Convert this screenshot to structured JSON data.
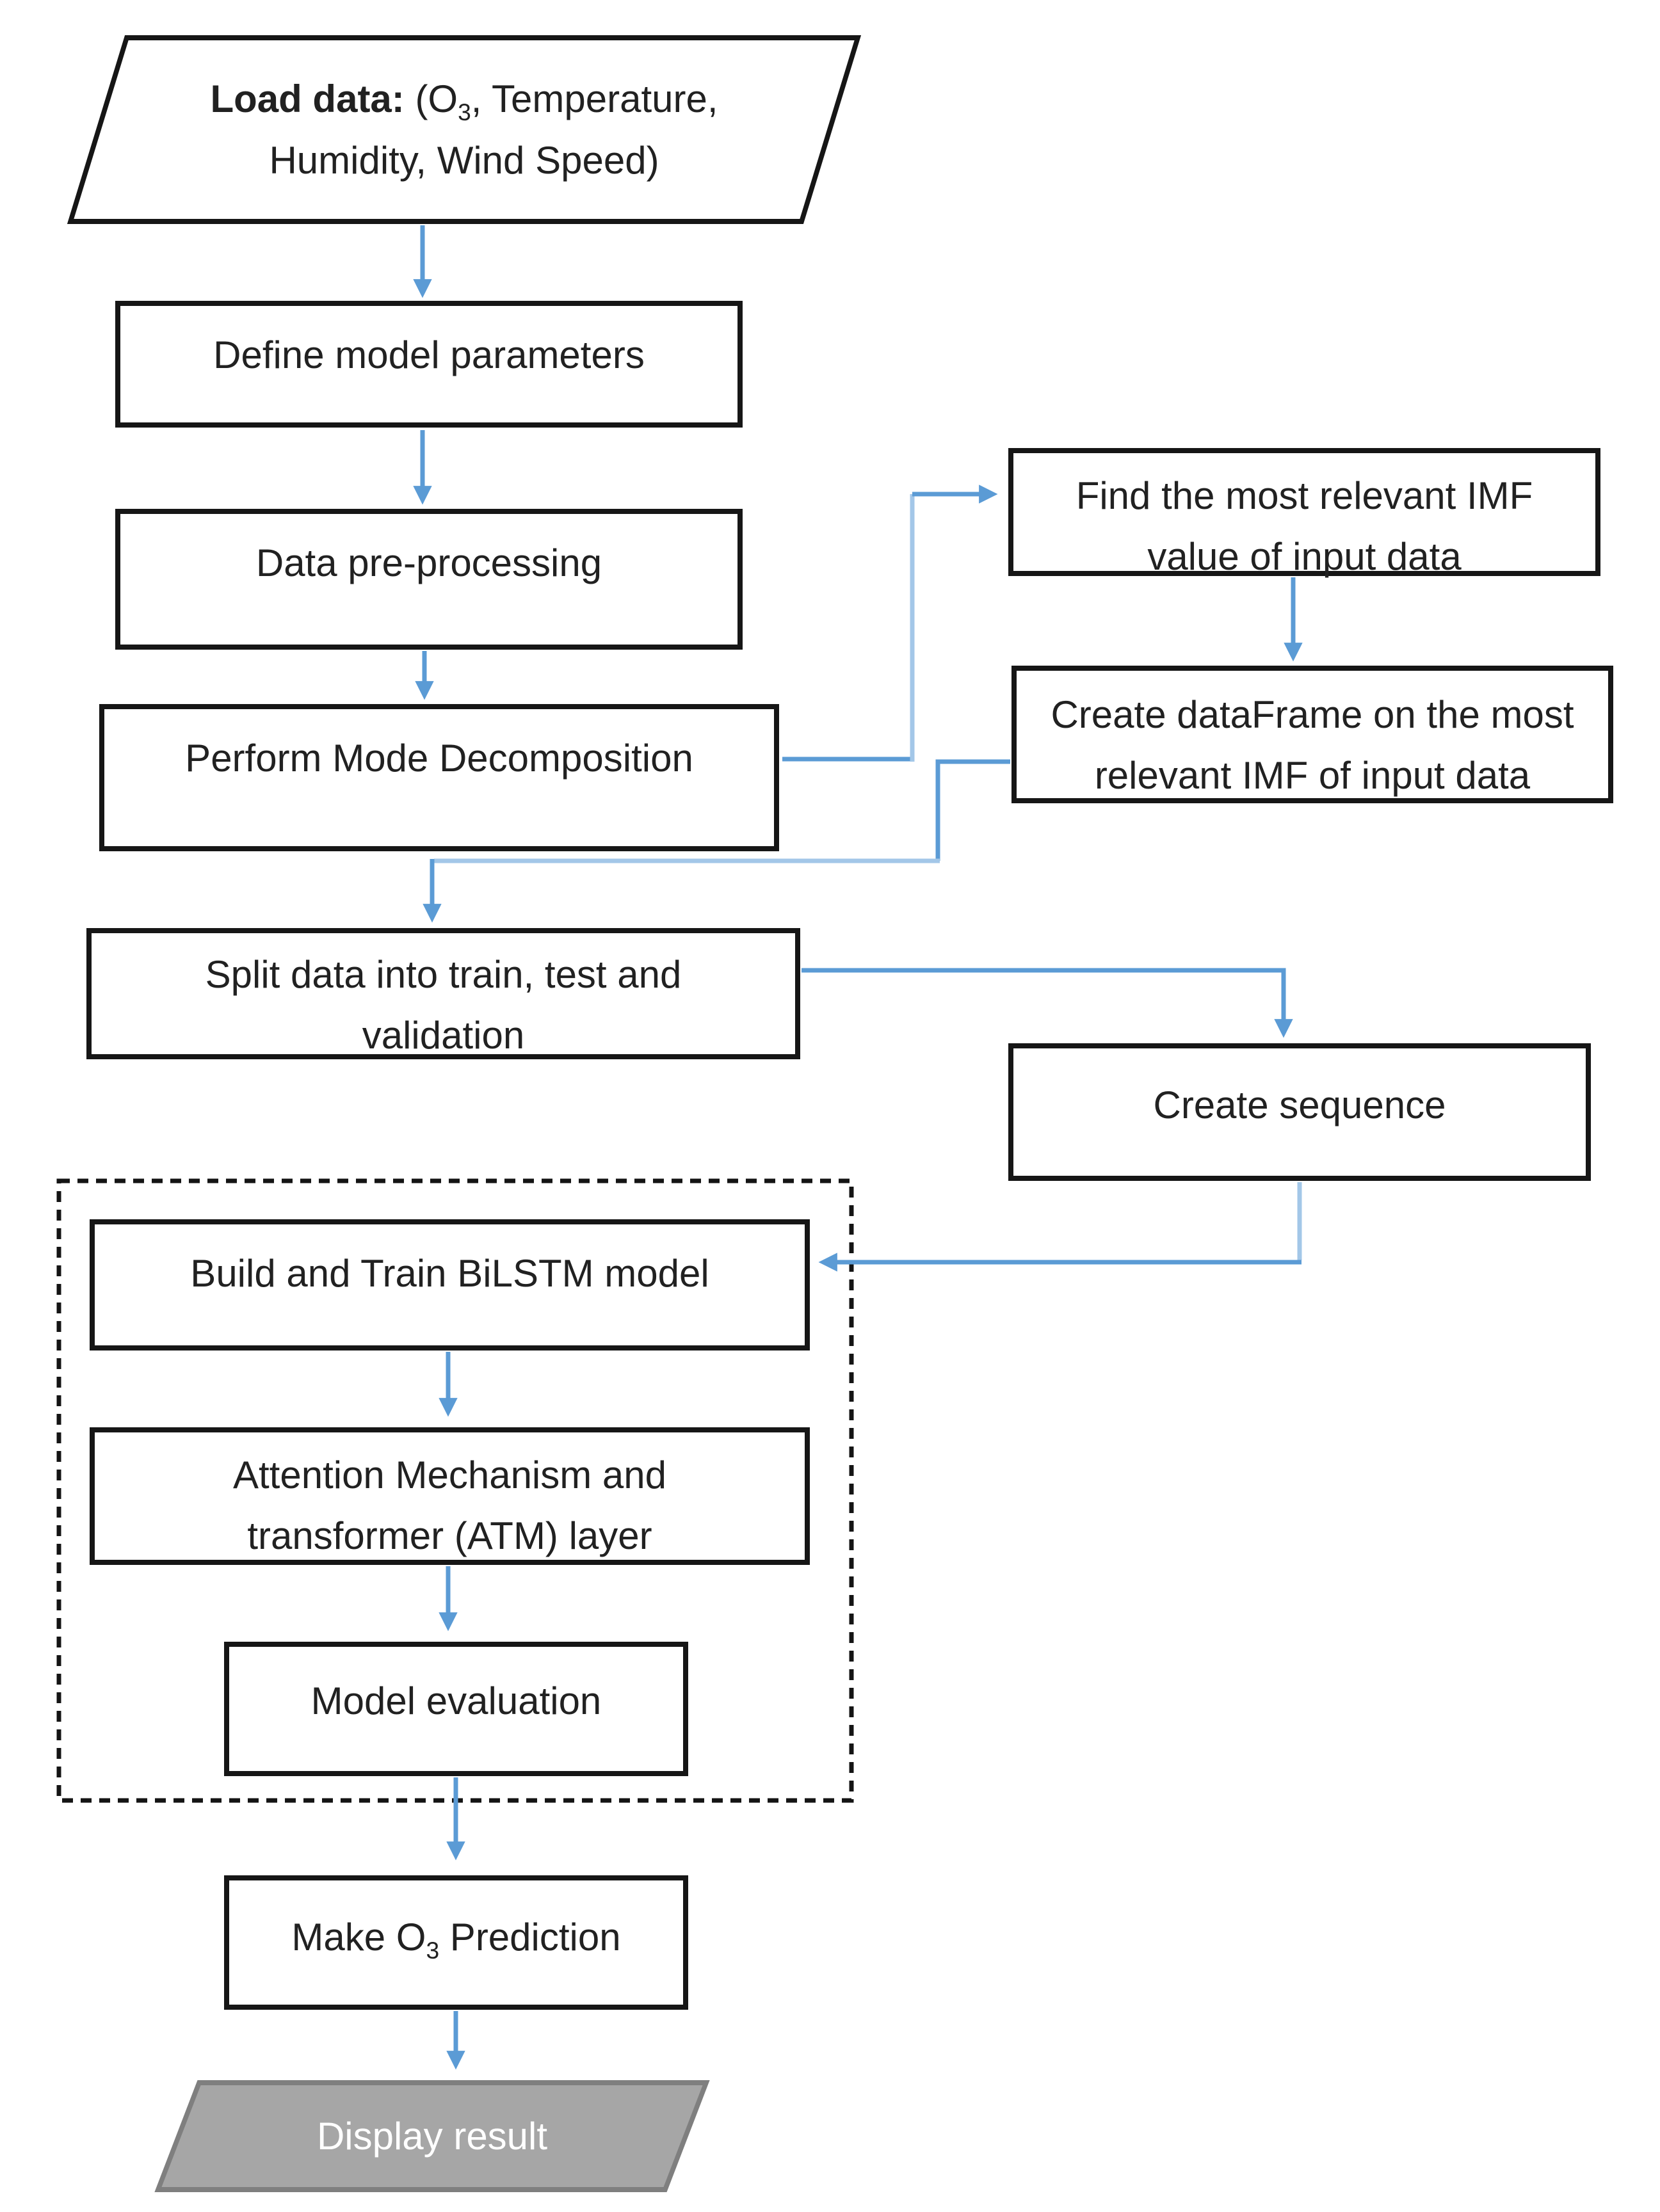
{
  "figure": {
    "kind": "flowchart",
    "colors": {
      "arrow": "#5b9bd5",
      "arrow_light": "#a3c7e8",
      "box_border": "#161616",
      "box_fill": "#ffffff",
      "terminal_fill": "#a6a6a6",
      "terminal_border": "#7f7f7f",
      "text": "#212121",
      "terminal_text": "#ffffff"
    }
  },
  "nodes": {
    "load_data": {
      "shape": "parallelogram",
      "bold": "Load data:",
      "after_bold": " (O",
      "sub": "3",
      "line1_end": ", Temperature,",
      "line2": "Humidity, Wind Speed)"
    },
    "define_params": {
      "shape": "rect",
      "lines": [
        "Define model parameters"
      ]
    },
    "preprocessing": {
      "shape": "rect",
      "lines": [
        "Data pre-processing"
      ]
    },
    "decomposition": {
      "shape": "rect",
      "lines": [
        "Perform Mode Decomposition"
      ]
    },
    "find_imf": {
      "shape": "rect",
      "lines": [
        "Find the most relevant IMF",
        "value of input data"
      ]
    },
    "create_dataframe": {
      "shape": "rect",
      "lines": [
        "Create dataFrame on the most",
        "relevant IMF of input data"
      ]
    },
    "split_data": {
      "shape": "rect",
      "lines": [
        "Split data into train, test and",
        "validation"
      ]
    },
    "create_sequence": {
      "shape": "rect",
      "lines": [
        "Create sequence"
      ]
    },
    "build_bilstm": {
      "shape": "rect",
      "lines": [
        "Build and Train BiLSTM model"
      ]
    },
    "atm_layer": {
      "shape": "rect",
      "lines": [
        "Attention Mechanism and",
        "transformer (ATM) layer"
      ]
    },
    "model_evaluation": {
      "shape": "rect",
      "lines": [
        "Model evaluation"
      ]
    },
    "make_prediction": {
      "shape": "rect",
      "pre": "Make O",
      "sub": "3",
      "post": " Prediction"
    },
    "display_result": {
      "shape": "parallelogram",
      "lines": [
        "Display result"
      ]
    }
  },
  "edges": [
    {
      "from": "load_data",
      "to": "define_params"
    },
    {
      "from": "define_params",
      "to": "preprocessing"
    },
    {
      "from": "preprocessing",
      "to": "decomposition"
    },
    {
      "from": "decomposition",
      "to": "find_imf"
    },
    {
      "from": "find_imf",
      "to": "create_dataframe"
    },
    {
      "from": "create_dataframe",
      "to": "split_data"
    },
    {
      "from": "split_data",
      "to": "create_sequence"
    },
    {
      "from": "create_sequence",
      "to": "build_bilstm"
    },
    {
      "from": "build_bilstm",
      "to": "atm_layer"
    },
    {
      "from": "atm_layer",
      "to": "model_evaluation"
    },
    {
      "from": "model_evaluation",
      "to": "make_prediction"
    },
    {
      "from": "make_prediction",
      "to": "display_result"
    }
  ],
  "groups": [
    {
      "name": "training-group",
      "style": "dashed",
      "contains": [
        "build_bilstm",
        "atm_layer",
        "model_evaluation"
      ]
    }
  ]
}
